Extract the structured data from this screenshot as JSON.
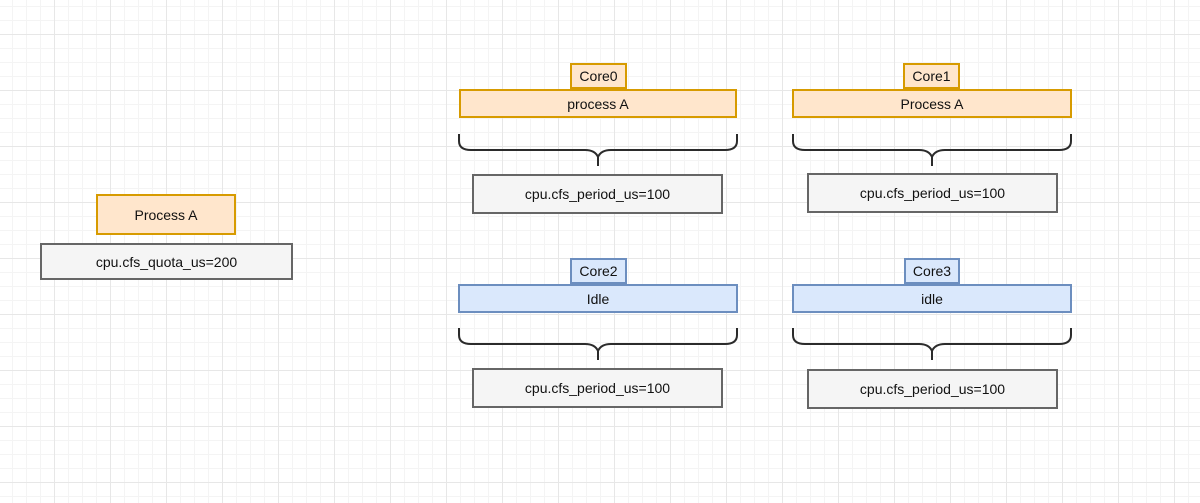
{
  "diagram": {
    "title_hint": "CFS quota and period scheduling across CPU cores",
    "process_group": {
      "process_label": "Process A",
      "quota_label": "cpu.cfs_quota_us=200"
    },
    "cores": [
      {
        "name": "Core0",
        "task": "process A",
        "state": "busy",
        "period_label": "cpu.cfs_period_us=100"
      },
      {
        "name": "Core1",
        "task": "Process A",
        "state": "busy",
        "period_label": "cpu.cfs_period_us=100"
      },
      {
        "name": "Core2",
        "task": "Idle",
        "state": "idle",
        "period_label": "cpu.cfs_period_us=100"
      },
      {
        "name": "Core3",
        "task": "idle",
        "state": "idle",
        "period_label": "cpu.cfs_period_us=100"
      }
    ],
    "colors": {
      "busy_fill": "#ffe6cc",
      "busy_stroke": "#d79b00",
      "idle_fill": "#dae8fc",
      "idle_stroke": "#6c8ebf",
      "metric_fill": "#f5f5f5",
      "metric_stroke": "#666666",
      "brace_stroke": "#2b2b2b",
      "text": "#111111"
    }
  }
}
